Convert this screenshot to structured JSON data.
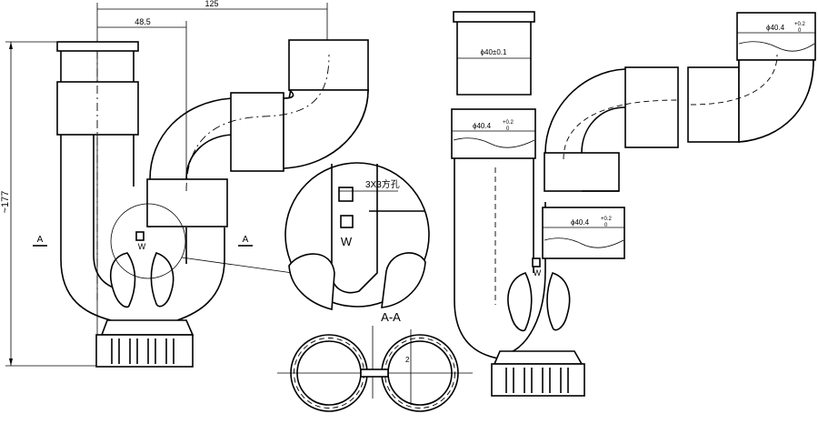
{
  "dims": {
    "overall_width": "125",
    "offset": "48.5",
    "height": "~177",
    "section_left": "A",
    "section_right": "A",
    "detail_slot": "3X3方孔",
    "detail_mark": "W",
    "body_mark": "W",
    "tube_dia": "ϕ40±0.1",
    "socket_dia_upper_a": "ϕ40.4",
    "socket_dia_upper_b": "ϕ40.4",
    "socket_dia_upper_c": "ϕ40.4",
    "tol_plus": "+0.2",
    "tol_zero": "0",
    "right_mark": "W",
    "section_title": "A-A",
    "section_gap": "2"
  },
  "colors": {
    "line": "#000000",
    "background": "#ffffff"
  }
}
